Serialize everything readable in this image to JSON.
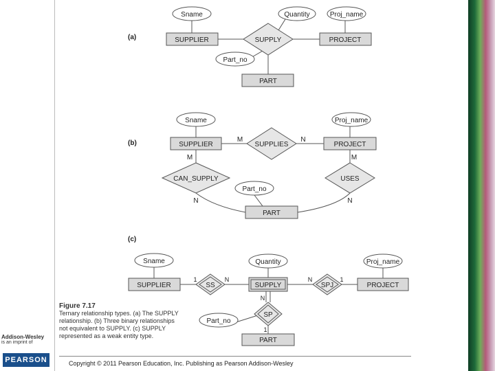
{
  "panels": {
    "a": {
      "label": "(a)",
      "entities": {
        "supplier": "SUPPLIER",
        "project": "PROJECT",
        "part": "PART"
      },
      "relationship": "SUPPLY",
      "attributes": {
        "sname": "Sname",
        "quantity": "Quantity",
        "proj_name": "Proj_name",
        "part_no": "Part_no"
      }
    },
    "b": {
      "label": "(b)",
      "entities": {
        "supplier": "SUPPLIER",
        "project": "PROJECT",
        "part": "PART"
      },
      "relationships": {
        "supplies": "SUPPLIES",
        "can_supply": "CAN_SUPPLY",
        "uses": "USES"
      },
      "attributes": {
        "sname": "Sname",
        "proj_name": "Proj_name",
        "part_no": "Part_no"
      },
      "cardinalities": {
        "supplier_supplies": "M",
        "supplies_project": "N",
        "supplier_can_supply": "M",
        "can_supply_part": "N",
        "project_uses": "M",
        "uses_part": "N"
      }
    },
    "c": {
      "label": "(c)",
      "entities": {
        "supplier": "SUPPLIER",
        "supply": "SUPPLY",
        "project": "PROJECT",
        "part": "PART"
      },
      "relationships": {
        "ss": "SS",
        "spj": "SPJ",
        "sp": "SP"
      },
      "attributes": {
        "sname": "Sname",
        "quantity": "Quantity",
        "proj_name": "Proj_name",
        "part_no": "Part_no"
      },
      "cardinalities": {
        "supplier_ss": "1",
        "ss_supply": "N",
        "supply_spj": "N",
        "spj_project": "1",
        "supply_sp": "N",
        "sp_part": "1"
      }
    }
  },
  "caption": {
    "title": "Figure 7.17",
    "lines": [
      "Ternary relationship types. (a) The SUPPLY",
      "relationship. (b) Three binary relationships",
      "not equivalent to SUPPLY. (c) SUPPLY",
      "represented as a weak entity type."
    ]
  },
  "publisher": {
    "name": "Addison-Wesley",
    "tagline": "is an imprint of",
    "logo": "PEARSON"
  },
  "footer": "Copyright © 2011 Pearson Education, Inc. Publishing as Pearson Addison-Wesley"
}
